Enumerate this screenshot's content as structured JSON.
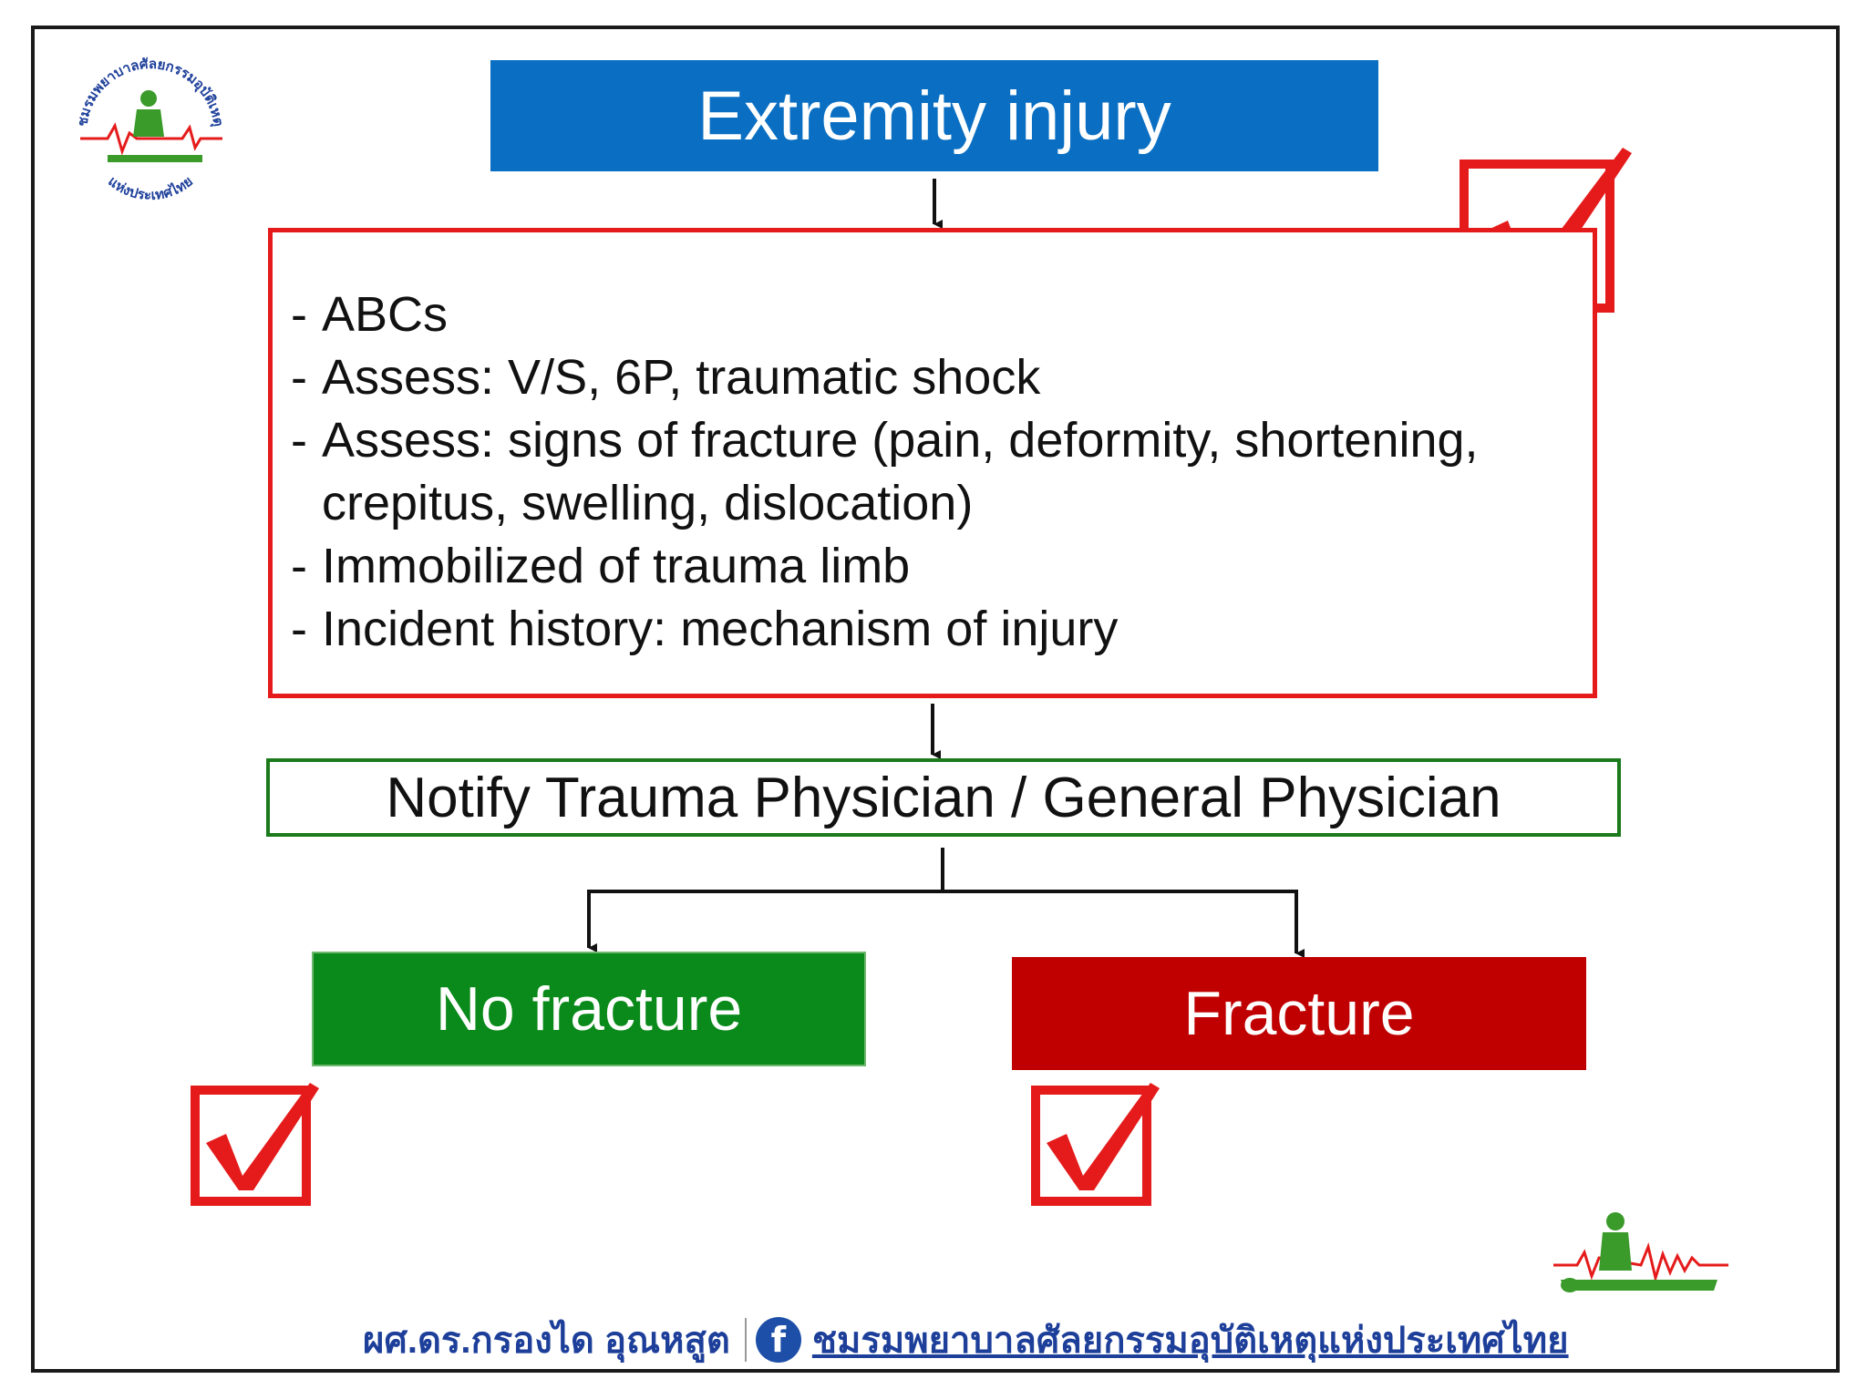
{
  "title": "Extremity injury",
  "assessment_items": [
    "ABCs",
    "Assess: V/S, 6P, traumatic shock",
    "Assess: signs of fracture (pain, deformity, shortening, crepitus, swelling, dislocation)",
    "Immobilized of trauma limb",
    "Incident history: mechanism of injury"
  ],
  "notify": "Notify Trauma Physician / General Physician",
  "outcomes": {
    "no_fracture": "No fracture",
    "fracture": "Fracture"
  },
  "footer": {
    "author": "ผศ.ดร.กรองได อุณหสูต",
    "facebook_icon": "f",
    "club": "ชมรมพยาบาลศัลยกรรมอุบัติเหตุแห่งประเทศไทย"
  },
  "logo_text": {
    "arc_top": "ชมรมพยาบาลศัลยกรรมอุบัติเหตุ",
    "arc_bottom": "แห่งประเทศไทย"
  },
  "colors": {
    "title_bg": "#0a6fc2",
    "assess_border": "#e51b1b",
    "notify_border": "#1b7a1b",
    "no_fracture_bg": "#0a8a1a",
    "fracture_bg": "#c00000",
    "checkmark": "#e51b1b",
    "footer_text": "#1d3f9a"
  },
  "icons": [
    "club-logo-icon",
    "checkbox-checked-icon",
    "ecg-figure-icon",
    "facebook-icon"
  ]
}
